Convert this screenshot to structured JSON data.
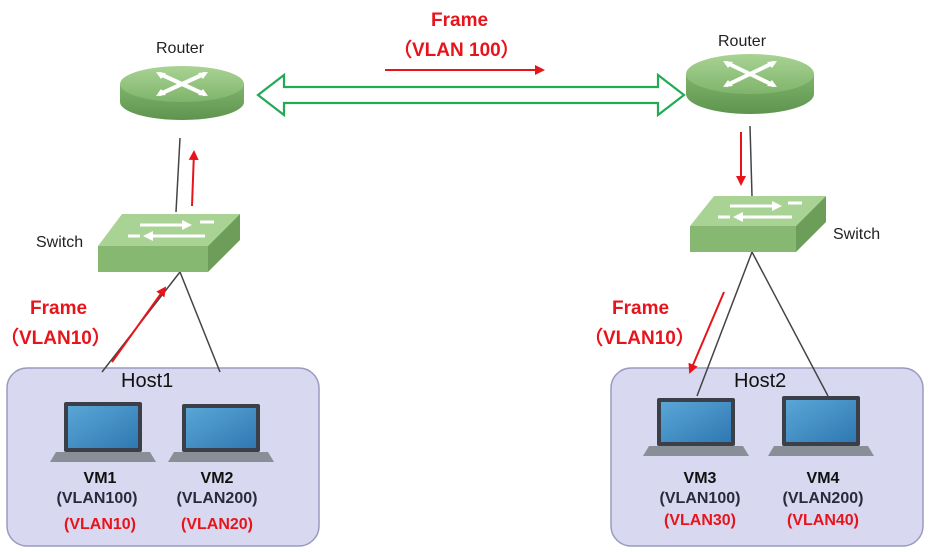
{
  "colors": {
    "accent_red": "#e8141c",
    "device_green": "#8fc17c",
    "host_box": "#d8d8f0",
    "link_green": "#22aa55"
  },
  "top_frame": {
    "title": "Frame",
    "vlan": "（VLAN 100）"
  },
  "left_router": {
    "label": "Router",
    "icon": "router-icon"
  },
  "right_router": {
    "label": "Router",
    "icon": "router-icon"
  },
  "left_switch": {
    "label": "Switch",
    "icon": "switch-icon"
  },
  "right_switch": {
    "label": "Switch",
    "icon": "switch-icon"
  },
  "left_frame": {
    "title": "Frame",
    "vlan": "（VLAN10）"
  },
  "right_frame": {
    "title": "Frame",
    "vlan": "（VLAN10）"
  },
  "hosts": [
    {
      "name": "Host1",
      "vms": [
        {
          "name": "VM1",
          "vlan": "(VLAN100)",
          "inner_vlan": "(VLAN10)",
          "icon": "laptop-icon"
        },
        {
          "name": "VM2",
          "vlan": "(VLAN200)",
          "inner_vlan": "(VLAN20)",
          "icon": "laptop-icon"
        }
      ]
    },
    {
      "name": "Host2",
      "vms": [
        {
          "name": "VM3",
          "vlan": "(VLAN100)",
          "inner_vlan": "(VLAN30)",
          "icon": "laptop-icon"
        },
        {
          "name": "VM4",
          "vlan": "(VLAN200)",
          "inner_vlan": "(VLAN40)",
          "icon": "laptop-icon"
        }
      ]
    }
  ]
}
